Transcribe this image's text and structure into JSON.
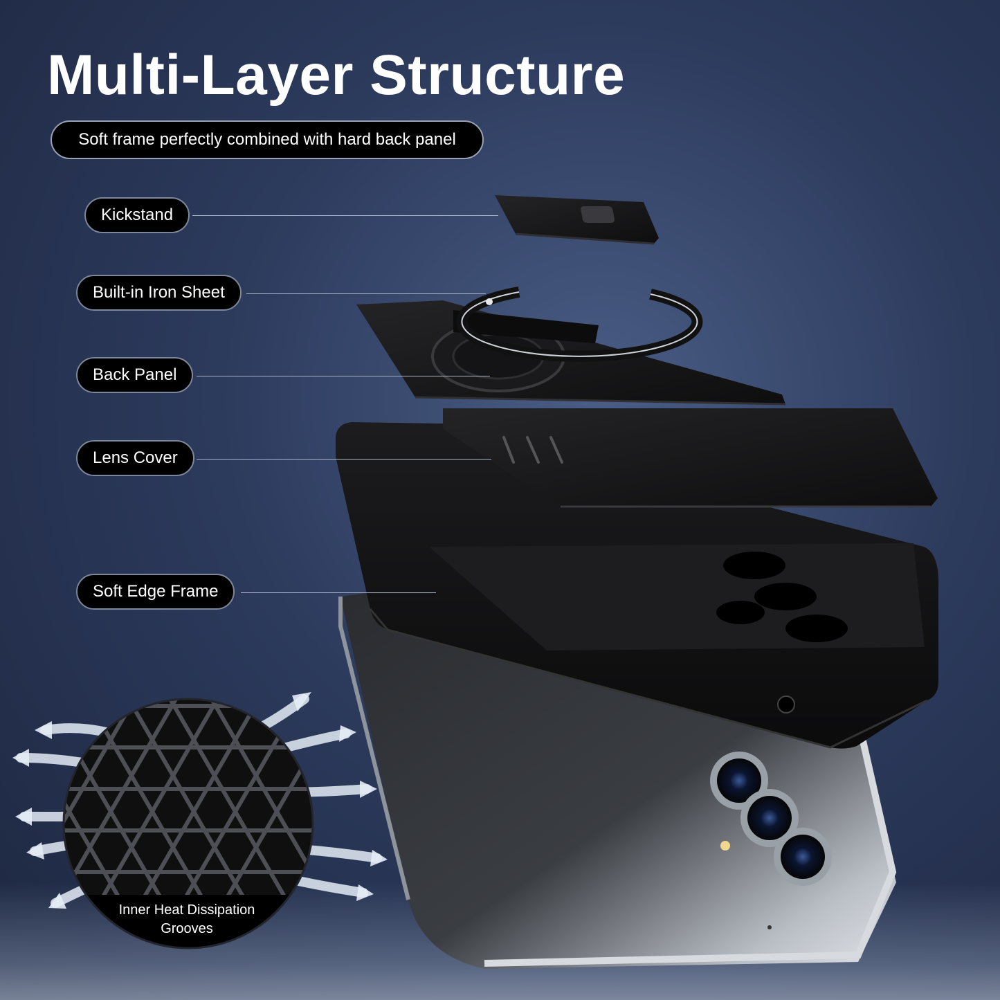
{
  "header": {
    "title": "Multi-Layer Structure",
    "subtitle": "Soft frame perfectly combined with hard back panel"
  },
  "layers": [
    {
      "label": "Kickstand"
    },
    {
      "label": "Built-in Iron Sheet"
    },
    {
      "label": "Back Panel"
    },
    {
      "label": "Lens Cover"
    },
    {
      "label": "Soft Edge Frame"
    }
  ],
  "inset": {
    "caption_line1": "Inner Heat Dissipation",
    "caption_line2": "Grooves"
  },
  "colors": {
    "background": "#2c3a5c",
    "pill_fill": "#000000",
    "text": "#ffffff",
    "case_black": "#111111",
    "phone_silver": "#c8ccd2"
  }
}
